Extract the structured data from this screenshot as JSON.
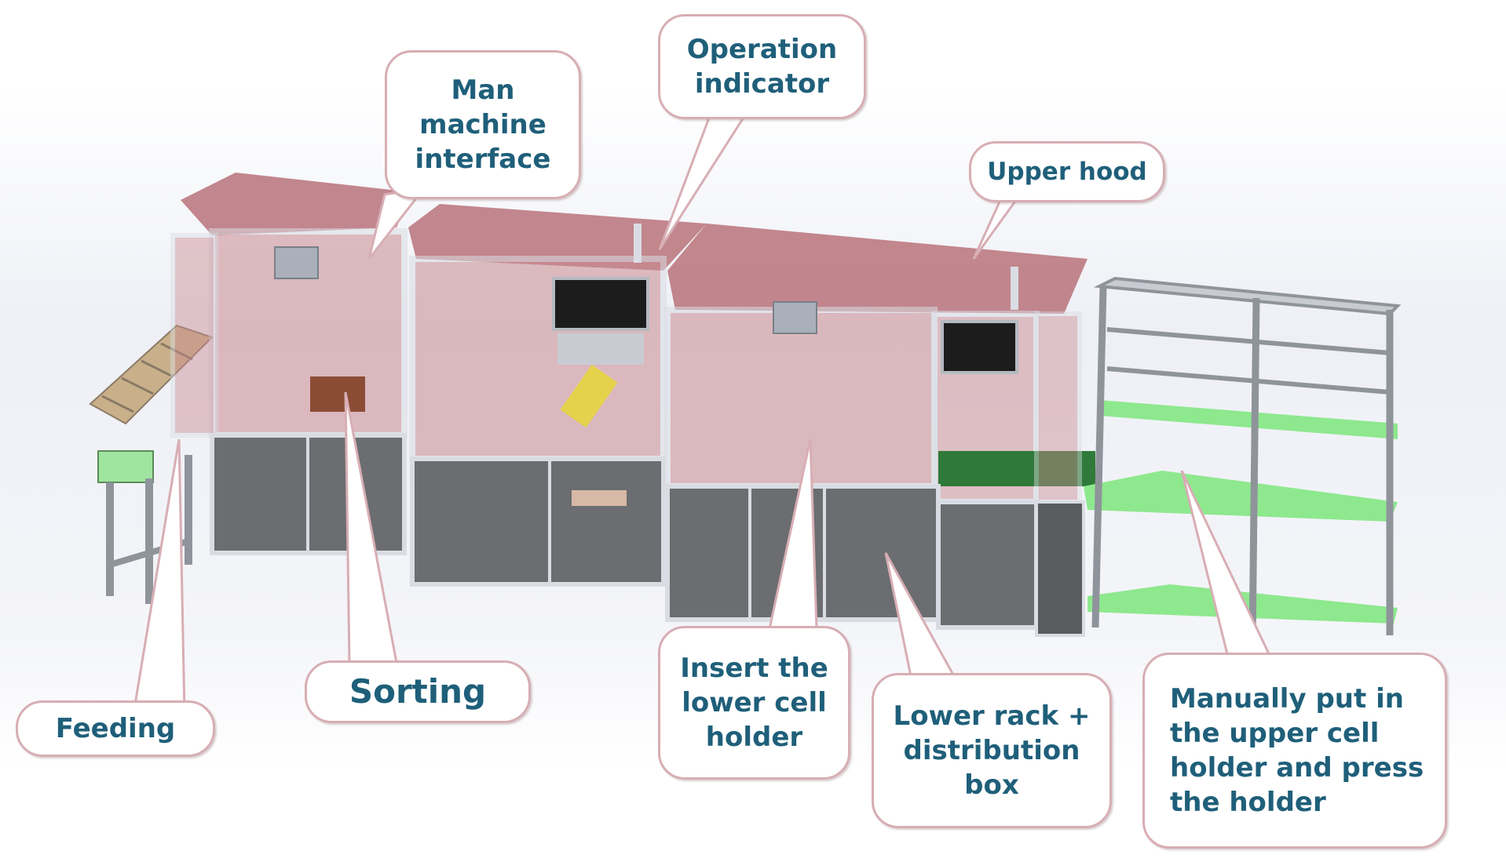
{
  "labels": {
    "operation_indicator": "Operation\nindicator",
    "man_machine_interface": "Man\nmachine\ninterface",
    "upper_hood": "Upper hood",
    "feeding": "Feeding",
    "sorting": "Sorting",
    "insert_lower_cell_holder": "Insert the\nlower cell\nholder",
    "lower_rack_distribution_box": "Lower rack +\ndistribution\nbox",
    "manually_put_upper_holder": "Manually put in\nthe upper cell\nholder and press\nthe holder"
  },
  "colors": {
    "callout_border": "#d7aeb4",
    "callout_text": "#1f5f7a",
    "hood_tint": "#b8727a",
    "frame": "#d9dde3",
    "cabinet": "#6b6d70",
    "rack_shelf": "#8ee88e"
  }
}
